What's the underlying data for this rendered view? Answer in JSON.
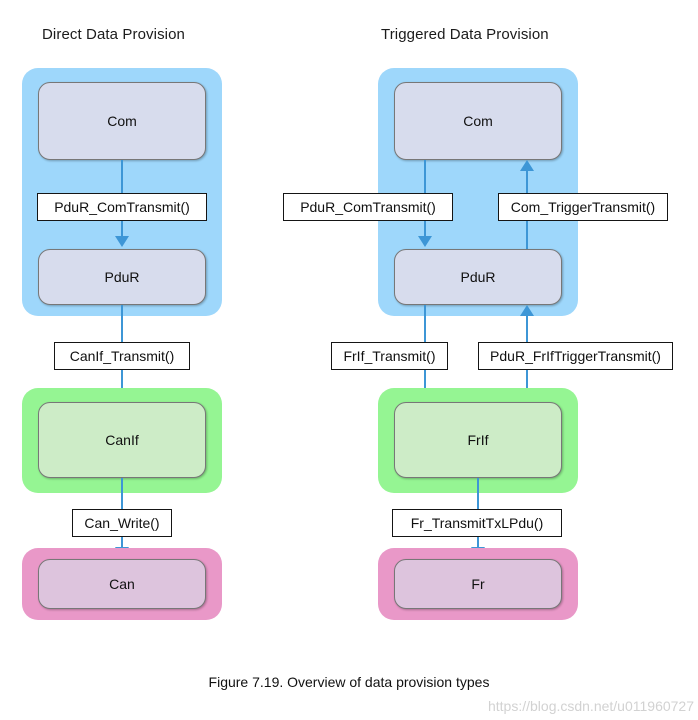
{
  "figure": {
    "caption": "Figure 7.19. Overview of data provision types",
    "watermark": "https://blog.csdn.net/u011960727"
  },
  "colors": {
    "layer_blue": "#9ed7fb",
    "layer_green": "#95f593",
    "layer_pink": "#e998c8",
    "module_blue": "#d7dced",
    "module_green": "#cdecc7",
    "module_pink": "#ddc4dd",
    "arrow": "#3d96d6",
    "label_border": "#151515",
    "label_fill": "#ffffff"
  },
  "columns": [
    {
      "id": "direct",
      "heading": "Direct Data Provision",
      "modules": [
        {
          "id": "com",
          "label": "Com",
          "layer": "blue"
        },
        {
          "id": "pdur",
          "label": "PduR",
          "layer": "blue"
        },
        {
          "id": "canif",
          "label": "CanIf",
          "layer": "green"
        },
        {
          "id": "can",
          "label": "Can",
          "layer": "pink"
        }
      ],
      "calls": [
        {
          "id": "pdur-comtransmit",
          "label": "PduR_ComTransmit()",
          "direction": "down",
          "from": "com",
          "to": "pdur"
        },
        {
          "id": "canif-transmit",
          "label": "CanIf_Transmit()",
          "direction": "down",
          "from": "pdur",
          "to": "canif"
        },
        {
          "id": "can-write",
          "label": "Can_Write()",
          "direction": "down",
          "from": "canif",
          "to": "can"
        }
      ]
    },
    {
      "id": "triggered",
      "heading": "Triggered Data Provision",
      "modules": [
        {
          "id": "com",
          "label": "Com",
          "layer": "blue"
        },
        {
          "id": "pdur",
          "label": "PduR",
          "layer": "blue"
        },
        {
          "id": "frif",
          "label": "FrIf",
          "layer": "green"
        },
        {
          "id": "fr",
          "label": "Fr",
          "layer": "pink"
        }
      ],
      "calls": [
        {
          "id": "pdur-comtransmit",
          "label": "PduR_ComTransmit()",
          "direction": "down",
          "from": "com",
          "to": "pdur"
        },
        {
          "id": "com-triggertransmit",
          "label": "Com_TriggerTransmit()",
          "direction": "up",
          "from": "pdur",
          "to": "com"
        },
        {
          "id": "frif-transmit",
          "label": "FrIf_Transmit()",
          "direction": "down",
          "from": "pdur",
          "to": "frif"
        },
        {
          "id": "pdur-friftriggertransmit",
          "label": "PduR_FrIfTriggerTransmit()",
          "direction": "up",
          "from": "frif",
          "to": "pdur"
        },
        {
          "id": "fr-transmittxlpdu",
          "label": "Fr_TransmitTxLPdu()",
          "direction": "down",
          "from": "frif",
          "to": "fr"
        }
      ]
    }
  ]
}
